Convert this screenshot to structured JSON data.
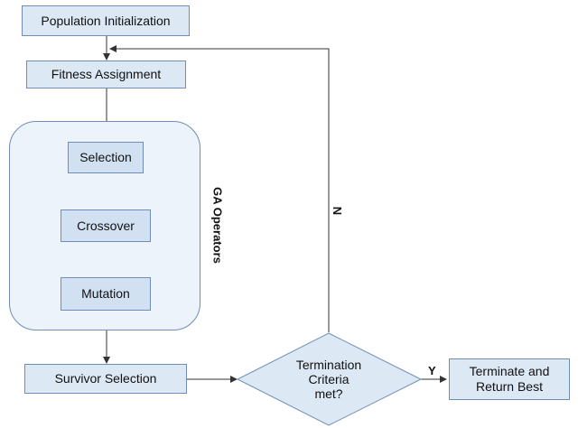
{
  "nodes": {
    "population_init": "Population Initialization",
    "fitness": "Fitness Assignment",
    "selection": "Selection",
    "crossover": "Crossover",
    "mutation": "Mutation",
    "survivor": "Survivor Selection",
    "termination": [
      "Termination",
      "Criteria",
      "met?"
    ],
    "terminate_best": [
      "Terminate and",
      "Return Best"
    ]
  },
  "group_label": "GA Operators",
  "edge_labels": {
    "no": "N",
    "yes": "Y"
  },
  "colors": {
    "box_fill": "#dde8f5",
    "box_border": "#6f8db5",
    "group_fill": "#edf3fa",
    "arrow": "#333333"
  }
}
